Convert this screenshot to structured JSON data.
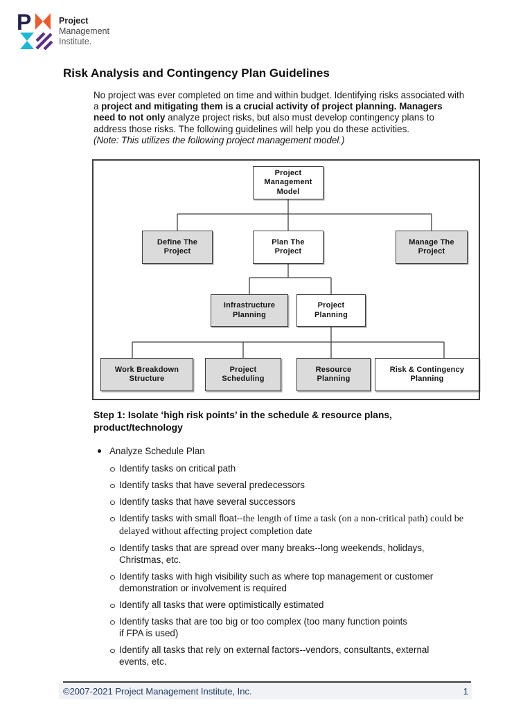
{
  "logo": {
    "mark": "pmi-logo",
    "colors": {
      "navy": "#23224e",
      "orange": "#ef5b2b",
      "cyan": "#1cb8d9",
      "purple": "#5c2e87"
    },
    "line1": "Project",
    "line2": "Management",
    "line3": "Institute."
  },
  "title": "Risk Analysis and Contingency Plan Guidelines",
  "intro": {
    "part1": "No project was ever completed on time and within budget. Identifying risks associated with a ",
    "bold": "project and mitigating them is a crucial activity of project planning. Managers need to not only",
    "part2": " analyze project risks, but also must develop contingency plans to address those risks. The following guidelines will help you do these activities.",
    "note": "(Note: This utilizes the following project management model.)"
  },
  "diagram": {
    "nodes": [
      {
        "label": "Project\nManagement\nModel",
        "style": "white"
      },
      {
        "label": "Define The\nProject",
        "style": "gray"
      },
      {
        "label": "Plan The\nProject",
        "style": "white"
      },
      {
        "label": "Manage The\nProject",
        "style": "gray"
      },
      {
        "label": "Infrastructure\nPlanning",
        "style": "gray"
      },
      {
        "label": "Project\nPlanning",
        "style": "white"
      },
      {
        "label": "Work Breakdown\nStructure",
        "style": "gray"
      },
      {
        "label": "Project\nScheduling",
        "style": "gray"
      },
      {
        "label": "Resource\nPlanning",
        "style": "gray"
      },
      {
        "label": "Risk & Contingency\nPlanning",
        "style": "white"
      }
    ]
  },
  "step1": {
    "heading": "Step 1: Isolate ‘high risk points’ in the schedule & resource plans,\nproduct/technology",
    "bullet": "Analyze Schedule Plan",
    "subs": [
      {
        "text": "Identify tasks on critical path"
      },
      {
        "text": "Identify tasks that have several predecessors"
      },
      {
        "text": "Identify tasks that have several successors"
      },
      {
        "text": "Identify tasks with small float--",
        "serif": "the length of time a task (on a non-critical path) could be\ndelayed without affecting project completion date"
      },
      {
        "text": "Identify tasks that are spread over many breaks--long weekends, holidays,\nChristmas, etc."
      },
      {
        "text": "Identify tasks with high visibility such as where top management or customer\ndemonstration or involvement is required"
      },
      {
        "text": "Identify all tasks that were optimistically estimated"
      },
      {
        "text": "Identify tasks that are too big or too complex (too many function points\nif FPA is used)"
      },
      {
        "text": "Identify all tasks that rely on external factors--vendors, consultants, external\nevents, etc."
      }
    ]
  },
  "footer": {
    "copyright": "©2007-2021 Project Management Institute, Inc.",
    "page_number": "1"
  }
}
